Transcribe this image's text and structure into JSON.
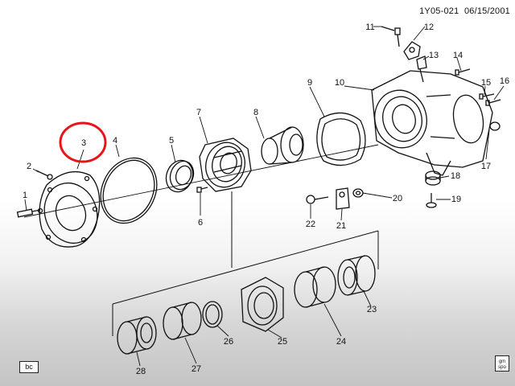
{
  "header": {
    "doc_id": "1Y05-021",
    "date": "06/15/2001"
  },
  "footer": {
    "badge": "bc",
    "logo": "gm spo"
  },
  "highlight_color": "#e8141a",
  "highlighted_callout": "3",
  "callouts": [
    "1",
    "2",
    "3",
    "4",
    "5",
    "6",
    "7",
    "8",
    "9",
    "10",
    "11",
    "12",
    "13",
    "14",
    "15",
    "16",
    "17",
    "18",
    "19",
    "20",
    "21",
    "22",
    "23",
    "24",
    "25",
    "26",
    "27",
    "28"
  ]
}
